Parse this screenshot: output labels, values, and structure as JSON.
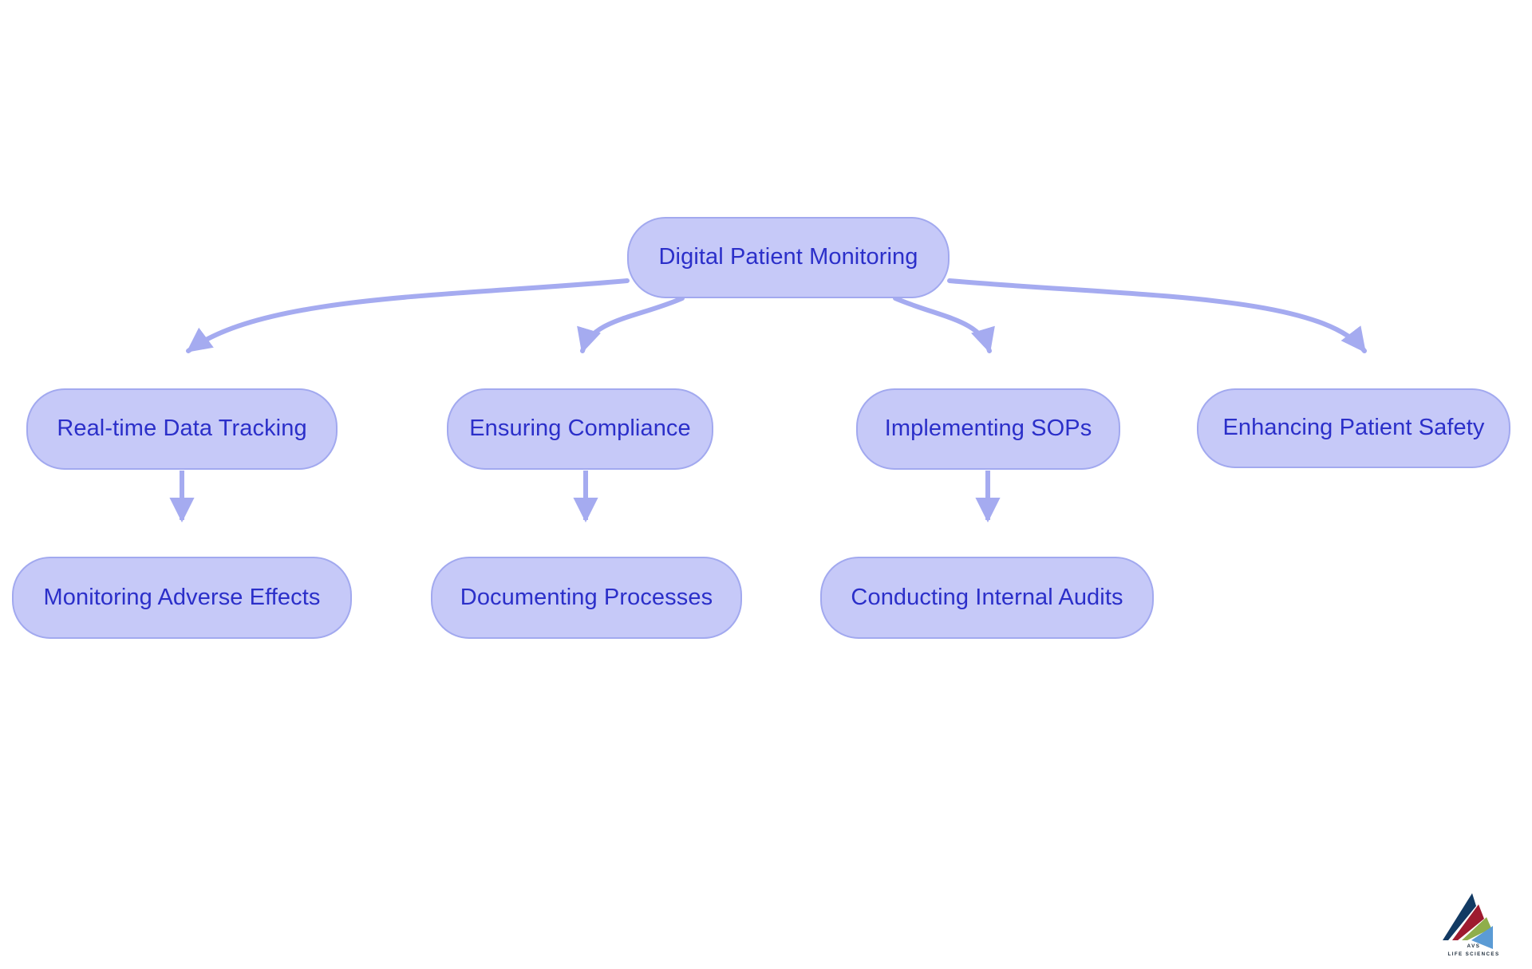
{
  "diagram": {
    "type": "flowchart",
    "direction": "top-down",
    "title": "Digital Patient Monitoring",
    "colors": {
      "node_fill": "#c6c9f8",
      "node_border": "#a2a9ef",
      "node_text": "#2b2fc9",
      "edge": "#a5abf0",
      "background": "#ffffff"
    },
    "nodes": [
      {
        "id": "root",
        "label": "Digital Patient Monitoring",
        "level": 1
      },
      {
        "id": "rt",
        "label": "Real-time Data Tracking",
        "level": 2
      },
      {
        "id": "ec",
        "label": "Ensuring Compliance",
        "level": 2
      },
      {
        "id": "sop",
        "label": "Implementing SOPs",
        "level": 2
      },
      {
        "id": "eps",
        "label": "Enhancing Patient Safety",
        "level": 2
      },
      {
        "id": "mae",
        "label": "Monitoring Adverse Effects",
        "level": 3
      },
      {
        "id": "dp",
        "label": "Documenting Processes",
        "level": 3
      },
      {
        "id": "cia",
        "label": "Conducting Internal Audits",
        "level": 3
      }
    ],
    "edges": [
      {
        "from": "root",
        "to": "rt"
      },
      {
        "from": "root",
        "to": "ec"
      },
      {
        "from": "root",
        "to": "sop"
      },
      {
        "from": "root",
        "to": "eps"
      },
      {
        "from": "rt",
        "to": "mae"
      },
      {
        "from": "ec",
        "to": "dp"
      },
      {
        "from": "sop",
        "to": "cia"
      }
    ]
  },
  "logo": {
    "brand_line1": "AVS",
    "brand_line2": "LIFE SCIENCES",
    "colors": {
      "navy": "#123a63",
      "red": "#9e1b2f",
      "olive": "#8fae4b",
      "blue": "#5b9bd5",
      "text": "#1c2b3a"
    }
  }
}
